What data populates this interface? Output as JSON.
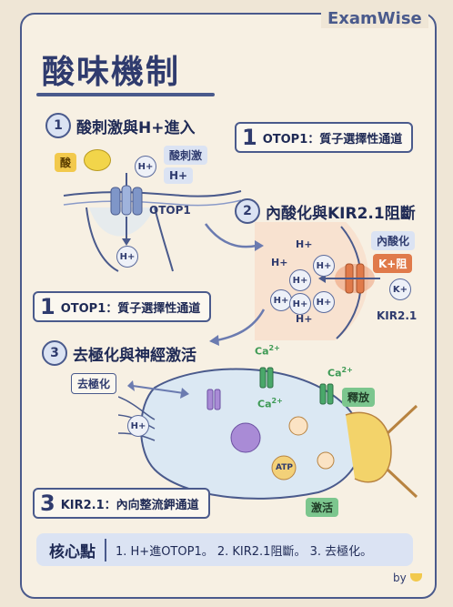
{
  "brand": "ExamWise",
  "title": "酸味機制",
  "step1": {
    "num": "1",
    "label": "酸刺激與H+進入"
  },
  "step1_icons": {
    "sour_label": "酸",
    "tags": [
      "酸刺激",
      "H+"
    ],
    "channel_label": "OTOP1",
    "ion_inside": "H+"
  },
  "otop_box_top": {
    "num": "1",
    "text": "OTOP1：質子選擇性通道"
  },
  "step2": {
    "num": "2",
    "label": "內酸化與KIR2.1阻斷"
  },
  "step2_labels": {
    "acidify": "內酸化",
    "k_block": "K+阻",
    "kir": "KIR2.1",
    "k_ion": "K+"
  },
  "step2_ions": [
    "H+",
    "H+",
    "H+",
    "H+",
    "H+",
    "H+",
    "H+",
    "H+"
  ],
  "otop_box_mid": {
    "num": "1",
    "text": "OTOP1：質子選擇性通道"
  },
  "step3": {
    "num": "3",
    "label": "去極化與神經激活"
  },
  "step3_labels": {
    "depolarize": "去極化",
    "ion": "H+",
    "ca_out": "Ca",
    "ca_sup": "2+",
    "ca_in": "Ca",
    "ca_in_sup": "2+",
    "ca_right": "Ca",
    "ca_right_sup": "2+",
    "release": "釋放",
    "atp": "ATP",
    "activate": "激活"
  },
  "kir_box": {
    "num": "3",
    "text": "KIR2.1：內向整流鉀通道"
  },
  "summary": {
    "head": "核心點",
    "body": "1. H+進OTOP1。 2. KIR2.1阻斷。 3. 去極化。"
  },
  "byline": "by",
  "colors": {
    "navy": "#2f3b6e",
    "border": "#4a5a8c",
    "orange": "#e07a4a",
    "green": "#7cc68e",
    "cell": "#dbe8f3"
  }
}
